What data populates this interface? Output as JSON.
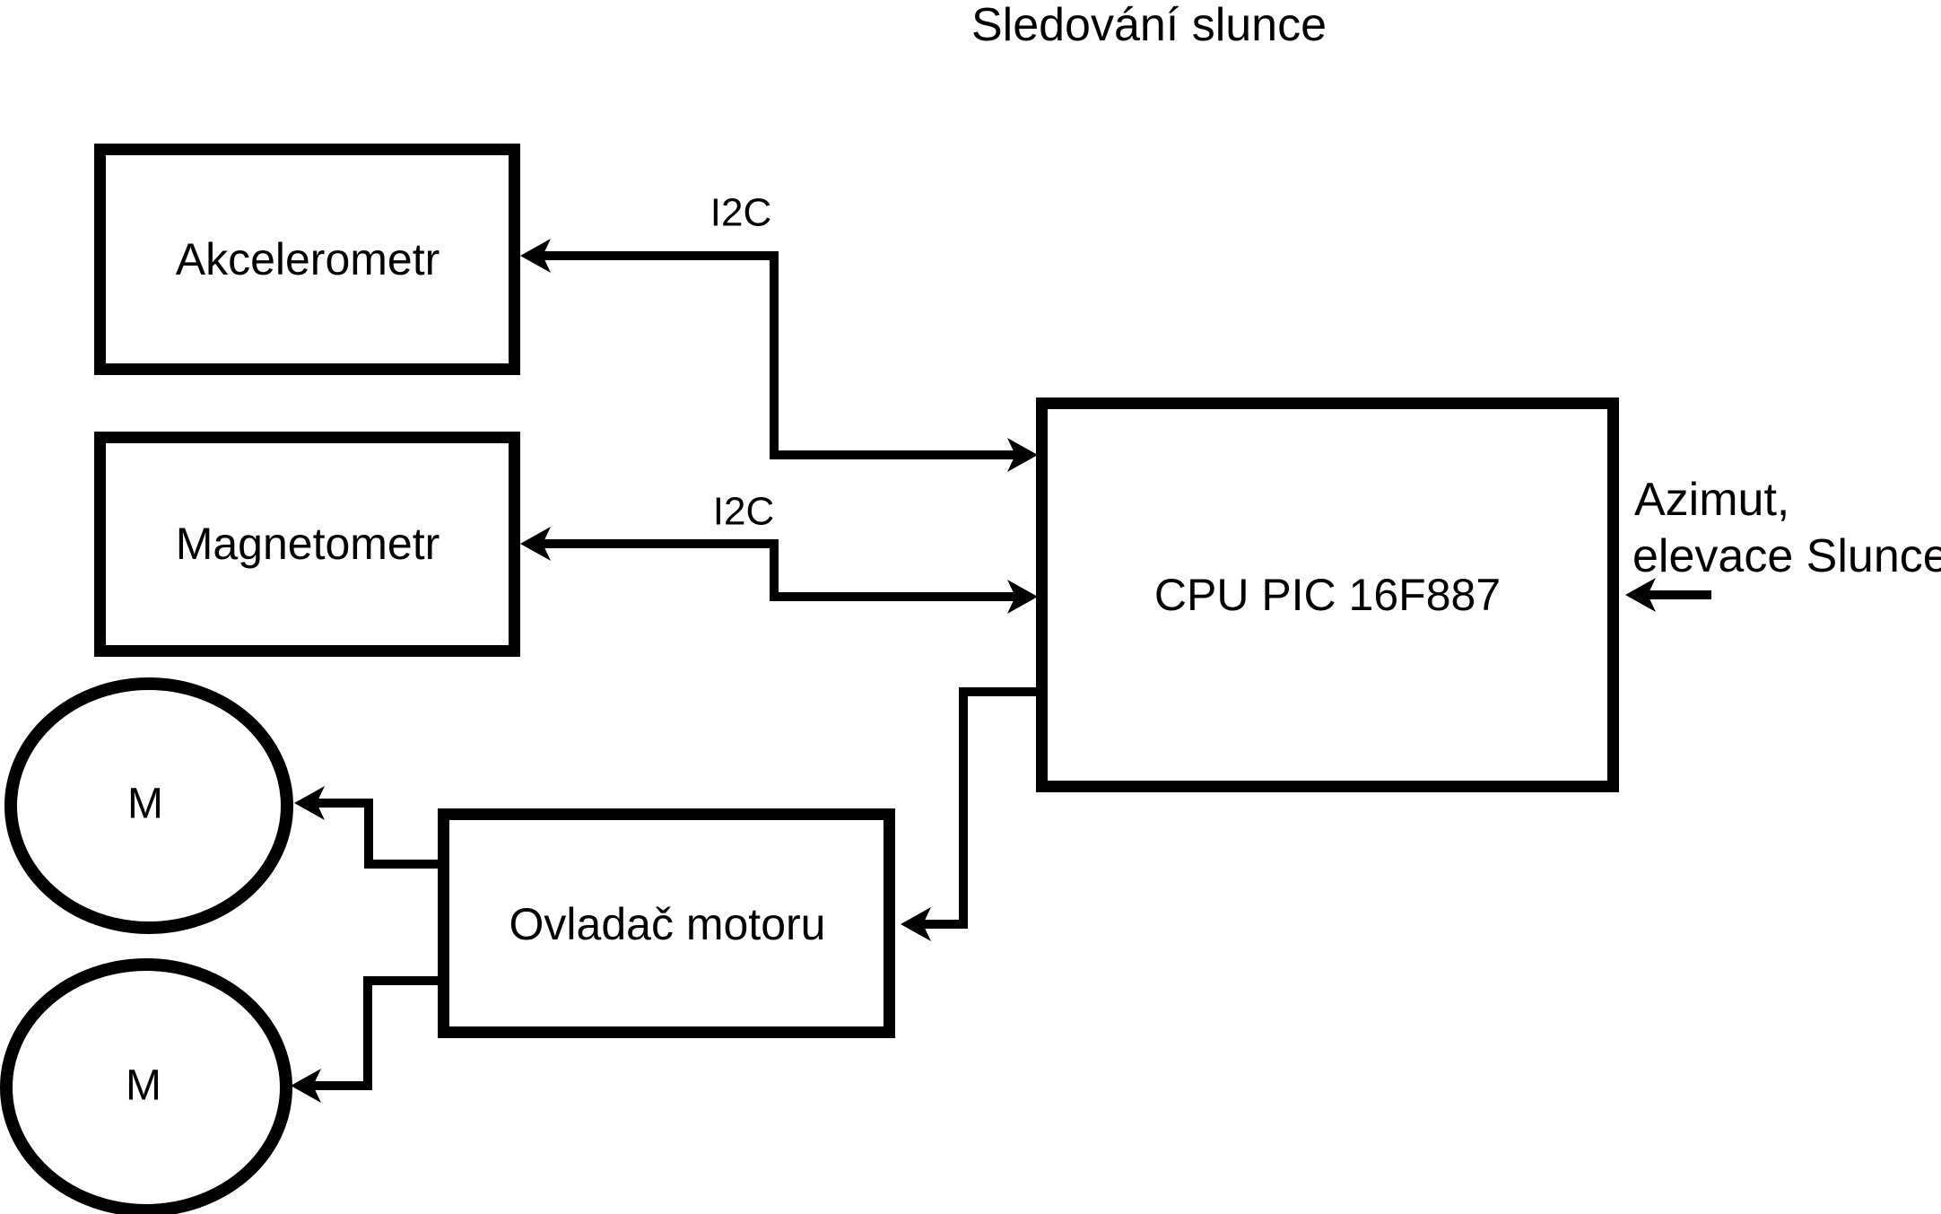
{
  "diagram": {
    "title": "Sledování slunce",
    "background_color": "#ffffff",
    "line_color": "#000000",
    "nodes": {
      "akcelerometr": {
        "label": "Akcelerometr",
        "shape": "rect"
      },
      "magnetometr": {
        "label": "Magnetometr",
        "shape": "rect"
      },
      "cpu": {
        "label": "CPU PIC 16F887",
        "shape": "rect"
      },
      "ovladac": {
        "label": "Ovladač motoru",
        "shape": "rect"
      },
      "motor1": {
        "label": "M",
        "shape": "ellipse"
      },
      "motor2": {
        "label": "M",
        "shape": "ellipse"
      }
    },
    "edges": {
      "i2c_akcelerometr": {
        "label": "I2C",
        "from": "cpu",
        "to": "akcelerometr",
        "bidirectional": true
      },
      "i2c_magnetometr": {
        "label": "I2C",
        "from": "cpu",
        "to": "magnetometr",
        "bidirectional": true
      },
      "sun_input": {
        "label_line1": "Azimut,",
        "label_line2": "elevace Slunce",
        "to": "cpu"
      },
      "cpu_to_ovladac": {
        "label": "",
        "from": "cpu",
        "to": "ovladac"
      },
      "ovladac_to_motor1": {
        "label": "",
        "from": "ovladac",
        "to": "motor1"
      },
      "ovladac_to_motor2": {
        "label": "",
        "from": "ovladac",
        "to": "motor2"
      }
    }
  }
}
